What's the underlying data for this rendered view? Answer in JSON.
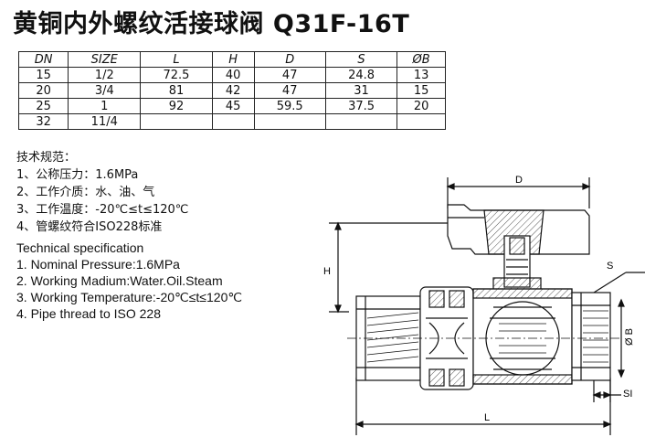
{
  "title": "黄铜内外螺纹活接球阀 Q31F-16T",
  "table": {
    "headers": [
      "DN",
      "SIZE",
      "L",
      "H",
      "D",
      "S",
      "ØB"
    ],
    "rows": [
      [
        "15",
        "1/2",
        "72.5",
        "40",
        "47",
        "24.8",
        "13"
      ],
      [
        "20",
        "3/4",
        "81",
        "42",
        "47",
        "31",
        "15"
      ],
      [
        "25",
        "1",
        "92",
        "45",
        "59.5",
        "37.5",
        "20"
      ],
      [
        "32",
        "11/4",
        "",
        "",
        "",
        "",
        ""
      ]
    ]
  },
  "spec_cn": {
    "heading": "技术规范：",
    "items": [
      "1、公称压力：1.6MPa",
      "2、工作介质：水、油、气",
      "3、工作温度：-20℃≤t≤120℃",
      "4、管螺纹符合ISO228标准"
    ]
  },
  "spec_en": {
    "heading": "Technical specification",
    "items": [
      "1. Nominal Pressure:1.6MPa",
      "2. Working Madium:Water.Oil.Steam",
      "3. Working Temperature:-20℃≤t≤120℃",
      "4. Pipe thread to ISO 228"
    ]
  },
  "drawing": {
    "label_d": "D",
    "label_h": "H",
    "label_s": "S",
    "label_b": "Ø B",
    "label_sl": "SI",
    "label_l": "L"
  },
  "colors": {
    "line": "#111111",
    "hatch": "#555555"
  }
}
